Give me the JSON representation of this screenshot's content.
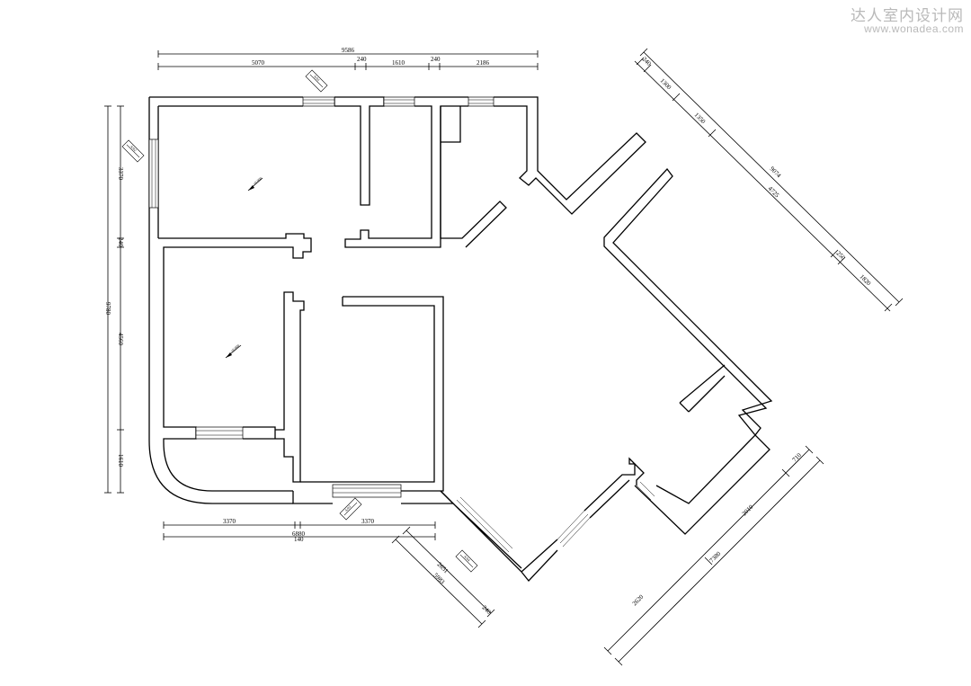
{
  "watermark": {
    "title": "达人室内设计网",
    "url": "www.wonadea.com"
  },
  "dimensions": {
    "top_total": "9586",
    "top_1": "5070",
    "top_2": "240",
    "top_3": "1610",
    "top_4": "240",
    "top_5": "2186",
    "left_total": "9780",
    "left_1": "3370",
    "left_2": "240",
    "left_3": "4560",
    "left_4": "1610",
    "bottom_total": "6880",
    "bottom_1": "3370",
    "bottom_2": "140",
    "bottom_3": "3370",
    "diag_ne_total": "9074",
    "diag_ne_1": "240",
    "diag_ne_2": "1300",
    "diag_ne_3": "1350",
    "diag_ne_4": "4725",
    "diag_ne_5": "250",
    "diag_ne_6": "1820",
    "diag_sw_1": "2651",
    "diag_sw_2": "5983",
    "diag_sw_3": "240",
    "diag_se_1": "710",
    "diag_se_2": "2010",
    "diag_se_3": "7380",
    "diag_se_4": "2620"
  },
  "annotations": {
    "level_1": "±0.000",
    "level_2": "±0.000"
  },
  "tags": {
    "t1": "A/01",
    "t2": "A/02",
    "t3": "A/03",
    "t4": "A/04"
  }
}
